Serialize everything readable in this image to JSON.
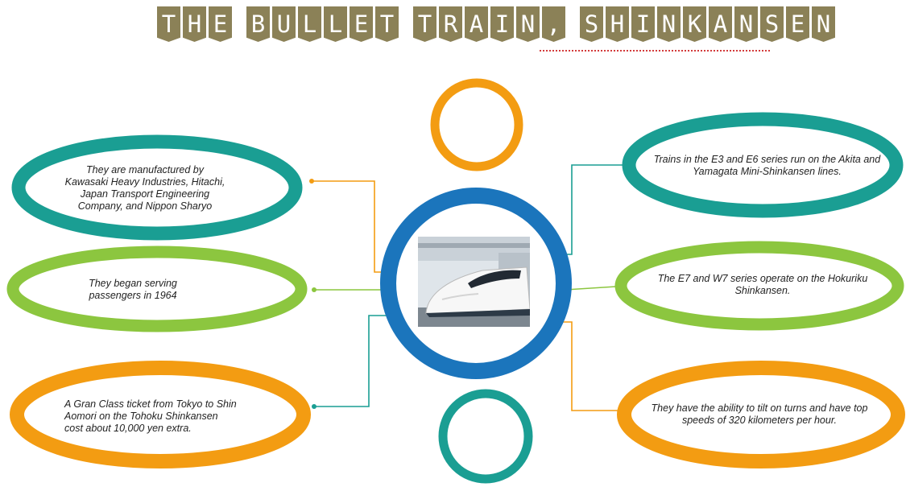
{
  "title": {
    "words": [
      "THE",
      "BULLET",
      "TRAIN,",
      "SHINKANSEN"
    ]
  },
  "colors": {
    "title_bg": "#8b8157",
    "orange": "#f39c12",
    "teal": "#1a9e93",
    "green": "#8cc63f",
    "blue": "#1b75bc"
  },
  "center": {
    "image": "shinkansen-train-photo"
  },
  "bubbles": {
    "left_top": "They are manufactured by Kawasaki Heavy Industries, Hitachi, Japan Transport Engineering Company, and Nippon Sharyo",
    "left_middle": "They began serving passengers in 1964",
    "left_bottom": "A Gran Class ticket from Tokyo to Shin Aomori on the Tohoku Shinkansen cost about 10,000 yen extra.",
    "right_top": "Trains in the E3 and E6 series run on the Akita and Yamagata Mini-Shinkansen lines.",
    "right_middle": "The E7 and W7 series operate on the Hokuriku Shinkansen.",
    "right_bottom": "They have the ability to tilt on turns and have top speeds of 320 kilometers per hour."
  }
}
